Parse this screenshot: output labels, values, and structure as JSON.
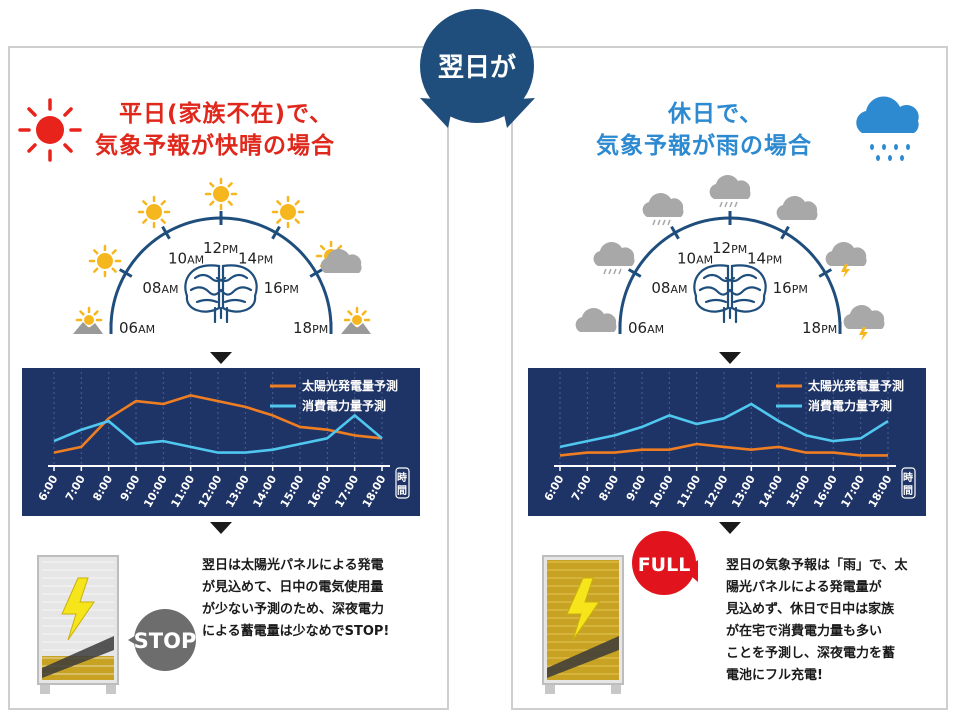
{
  "center_badge": "翌日が",
  "left": {
    "title_line1": "平日(家族不在)で、",
    "title_line2": "気象予報が快晴の場合",
    "title_color": "#e0271b",
    "dial": {
      "labels": [
        {
          "num": "06",
          "suf": "AM"
        },
        {
          "num": "08",
          "suf": "AM"
        },
        {
          "num": "10",
          "suf": "AM"
        },
        {
          "num": "12",
          "suf": "PM"
        },
        {
          "num": "14",
          "suf": "PM"
        },
        {
          "num": "16",
          "suf": "PM"
        },
        {
          "num": "18",
          "suf": "PM"
        }
      ],
      "weather_icons": [
        "sun-mountain-icon",
        "sun-icon",
        "sun-icon",
        "sun-icon",
        "sun-icon",
        "sun-cloud-icon",
        "sun-mountain-icon"
      ]
    },
    "chart_data": {
      "type": "line",
      "x": [
        "6:00",
        "7:00",
        "8:00",
        "9:00",
        "10:00",
        "11:00",
        "12:00",
        "13:00",
        "14:00",
        "15:00",
        "16:00",
        "17:00",
        "18:00"
      ],
      "series": [
        {
          "name": "太陽光発電量予測",
          "color": "#ef7d22",
          "values": [
            2,
            3,
            8,
            11,
            10.5,
            12,
            11,
            10,
            8.5,
            6.5,
            6,
            5,
            4.5
          ]
        },
        {
          "name": "消費電力量予測",
          "color": "#4fc7ef",
          "values": [
            4,
            6,
            7.5,
            3.5,
            4,
            3,
            2,
            2,
            2.5,
            3.5,
            4.5,
            8.5,
            4.5
          ]
        }
      ],
      "xlabel": "時間",
      "ylim": [
        0,
        14
      ]
    },
    "description_lines": [
      "翌日は太陽光パネルによる発電",
      "が見込めて、日中の電気使用量",
      "が少ない予測のため、深夜電力",
      "による蓄電量は少なめでSTOP!"
    ],
    "badge": "STOP",
    "badge_color": "#6d6d6d",
    "battery_level": 0.2
  },
  "right": {
    "title_line1": "休日で、",
    "title_line2": "気象予報が雨の場合",
    "title_color": "#2d8ad0",
    "dial": {
      "labels": [
        {
          "num": "06",
          "suf": "AM"
        },
        {
          "num": "08",
          "suf": "AM"
        },
        {
          "num": "10",
          "suf": "AM"
        },
        {
          "num": "12",
          "suf": "PM"
        },
        {
          "num": "14",
          "suf": "PM"
        },
        {
          "num": "16",
          "suf": "PM"
        },
        {
          "num": "18",
          "suf": "PM"
        }
      ],
      "weather_icons": [
        "cloud-icon",
        "rain-cloud-icon",
        "rain-cloud-icon",
        "rain-cloud-icon",
        "cloud-icon",
        "thunder-cloud-icon",
        "thunder-cloud-icon"
      ]
    },
    "chart_data": {
      "type": "line",
      "x": [
        "6:00",
        "7:00",
        "8:00",
        "9:00",
        "10:00",
        "11:00",
        "12:00",
        "13:00",
        "14:00",
        "15:00",
        "16:00",
        "17:00",
        "18:00"
      ],
      "series": [
        {
          "name": "太陽光発電量予測",
          "color": "#ef7d22",
          "values": [
            1.5,
            2,
            2,
            2.5,
            2.5,
            3.5,
            3,
            2.5,
            3,
            2,
            2,
            1.5,
            1.5
          ]
        },
        {
          "name": "消費電力量予測",
          "color": "#4fc7ef",
          "values": [
            3,
            4,
            5,
            6.5,
            8.5,
            7,
            8,
            10.5,
            7.5,
            5,
            4,
            4.5,
            7.5
          ]
        }
      ],
      "xlabel": "時間",
      "ylim": [
        0,
        14
      ]
    },
    "description_lines": [
      "翌日の気象予報は「雨」で、太",
      "陽光パネルによる発電量が",
      "見込めず、休日で日中は家族",
      "が在宅で消費電力量も多い",
      "ことを予測し、深夜電力を蓄",
      "電池にフル充電!"
    ],
    "badge": "FULL",
    "badge_color": "#e1141e",
    "battery_level": 1.0
  }
}
